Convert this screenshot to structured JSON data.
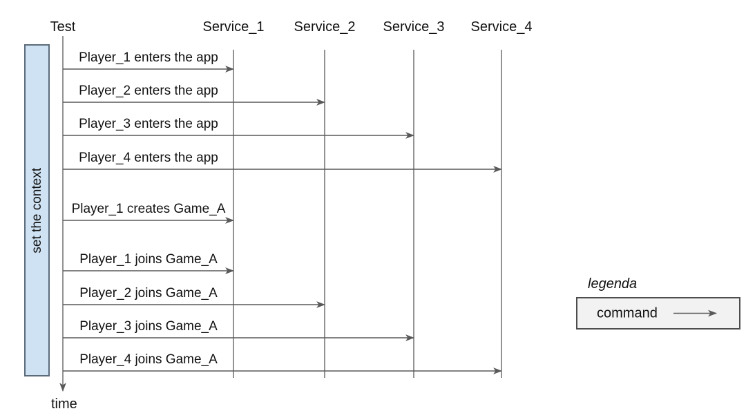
{
  "diagram": {
    "actors": [
      "Test",
      "Service_1",
      "Service_2",
      "Service_3",
      "Service_4"
    ],
    "context_label": "set the context",
    "time_label": "time",
    "messages": [
      {
        "label": "Player_1 enters the app",
        "from": "Test",
        "to": "Service_1"
      },
      {
        "label": "Player_2 enters the app",
        "from": "Test",
        "to": "Service_2"
      },
      {
        "label": "Player_3 enters the app",
        "from": "Test",
        "to": "Service_3"
      },
      {
        "label": "Player_4 enters the app",
        "from": "Test",
        "to": "Service_4"
      },
      {
        "label": "Player_1 creates Game_A",
        "from": "Test",
        "to": "Service_1"
      },
      {
        "label": "Player_1 joins Game_A",
        "from": "Test",
        "to": "Service_1"
      },
      {
        "label": "Player_2 joins Game_A",
        "from": "Test",
        "to": "Service_2"
      },
      {
        "label": "Player_3 joins Game_A",
        "from": "Test",
        "to": "Service_3"
      },
      {
        "label": "Player_4 joins Game_A",
        "from": "Test",
        "to": "Service_4"
      }
    ],
    "legend": {
      "title": "legenda",
      "items": [
        {
          "label": "command",
          "symbol": "right-arrow"
        }
      ]
    },
    "colors": {
      "background": "#ffffff",
      "text": "#111111",
      "line": "#595959",
      "context_fill": "#cfe2f3",
      "context_border": "#5b6b7a",
      "legend_fill": "#f2f2f2",
      "legend_border": "#4d4d4d"
    }
  }
}
